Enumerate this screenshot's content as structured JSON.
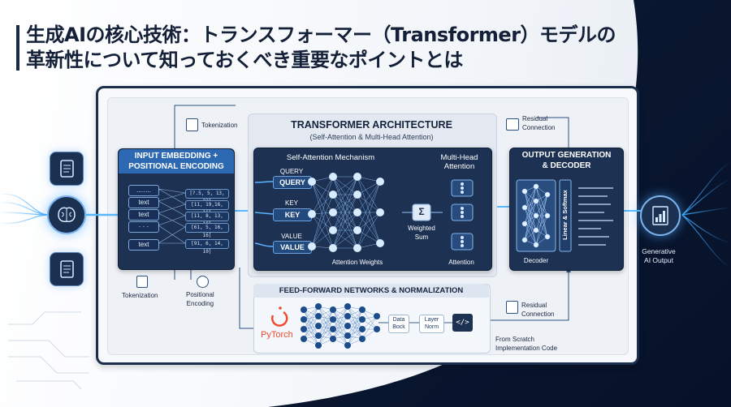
{
  "title": {
    "line1": "生成AIの核心技術：トランスフォーマー（Transformer）モデルの",
    "line2": "革新性について知っておくべき重要なポイントとは"
  },
  "input_embedding": {
    "heading_line1": "INPUT EMBEDDING +",
    "heading_line2": "POSITIONAL ENCODING",
    "tokens": [
      "........",
      "text",
      "text",
      "· · ·",
      "text"
    ],
    "vectors": [
      "[?.5, 5, 13, 23]",
      "[11, 19,16, 16]",
      "[11, 8, 13, 18]",
      "[61, 5, 16, 16]",
      "[91, 6, 14, 10]"
    ]
  },
  "tokenization_top": "Tokenization",
  "tokenization_bottom": "Tokenization",
  "positional_encoding_line1": "Positional",
  "positional_encoding_line2": "Encoding",
  "architecture": {
    "title": "TRANSFORMER ARCHITECTURE",
    "subtitle": "(Self-Attention & Multi-Head Attention)",
    "self_attention_label": "Self-Attention Mechanism",
    "multi_head_line1": "Multi-Head",
    "multi_head_line2": "Attention",
    "query_label": "QUERY",
    "query_button": "QUERY",
    "key_label": "KEY",
    "key_button": "KEY",
    "value_label": "VALUE",
    "value_button": "VALUE",
    "sigma": "Σ",
    "weighted_line1": "Weighted",
    "weighted_line2": "Sum",
    "attention_weights": "Attention Weights",
    "attention": "Attention"
  },
  "residual_top_line1": "Residual",
  "residual_top_line2": "Connection",
  "residual_bottom_line1": "Residual",
  "residual_bottom_line2": "Connection",
  "output": {
    "heading_line1": "OUTPUT GENERATION",
    "heading_line2": "& DECODER",
    "linear_softmax": "Linear & Softmax",
    "decoder": "Decoder"
  },
  "generative_line1": "Generative",
  "generative_line2": "AI Output",
  "ffn": {
    "title": "FEED-FORWARD NETWORKS & NORMALIZATION",
    "pytorch": "PyTorch",
    "data_block_line1": "Data",
    "data_block_line2": "Bock",
    "layer_norm_line1": "Layer",
    "layer_norm_line2": "Norm",
    "code_icon": "</>",
    "scratch_line1": "From Scratch",
    "scratch_line2": "Implementation Code"
  },
  "icons": [
    "document-icon",
    "brain-icon",
    "document-icon",
    "clipboard-icon",
    "positional-encoding-icon",
    "residual-connection-icon",
    "bar-chart-icon",
    "pytorch-logo",
    "code-icon"
  ],
  "colors": {
    "navy": "#1d3152",
    "accent_blue": "#2d69b3",
    "glow": "#3fa9ff"
  }
}
